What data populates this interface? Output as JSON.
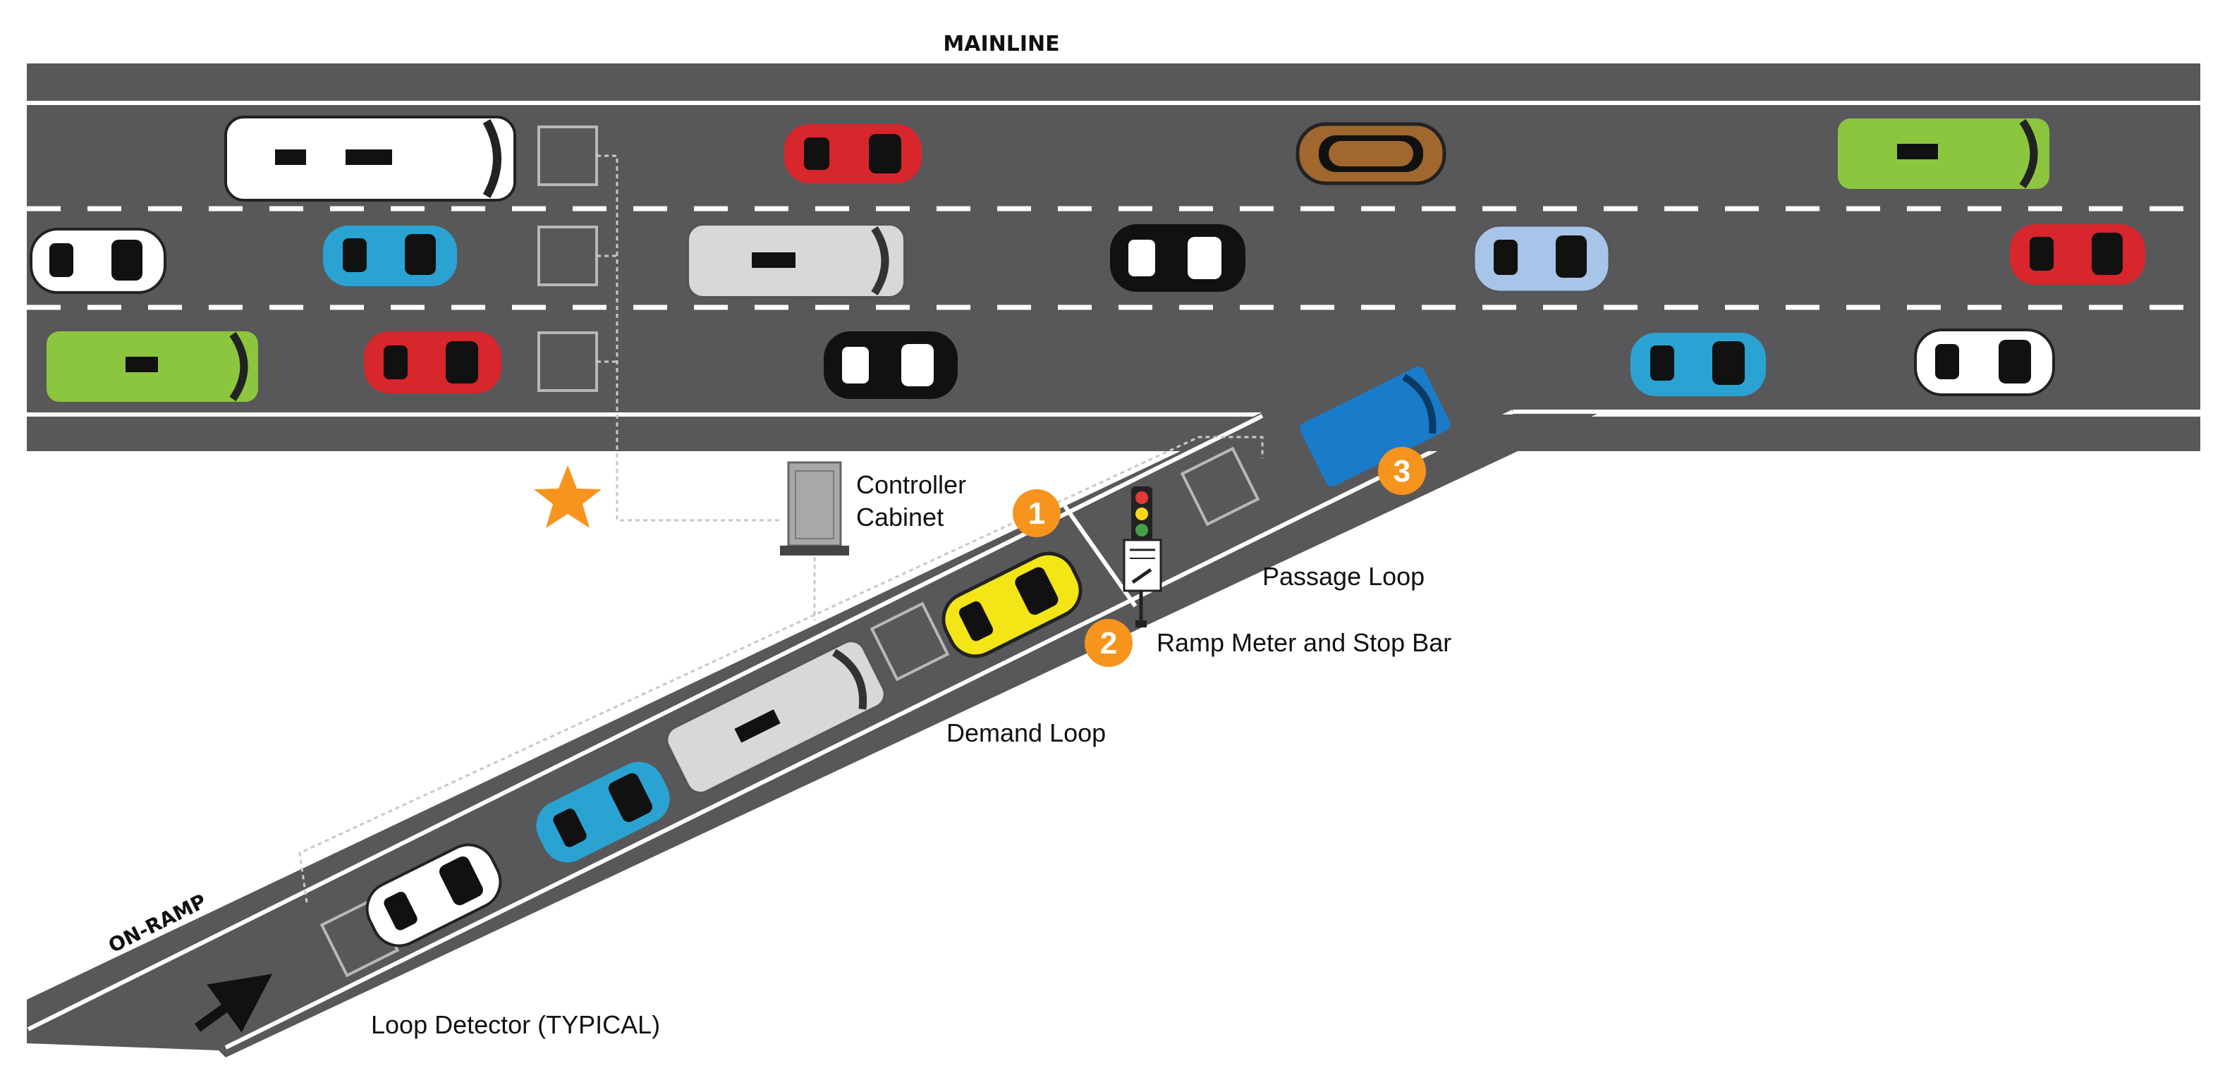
{
  "labels": {
    "mainline": "MAINLINE",
    "on_ramp": "ON-RAMP",
    "controller_line1": "Controller",
    "controller_line2": "Cabinet",
    "passage_loop": "Passage Loop",
    "ramp_meter": "Ramp Meter and Stop Bar",
    "demand_loop": "Demand Loop",
    "loop_detector": "Loop Detector (TYPICAL)"
  },
  "badges": [
    "1",
    "2",
    "3"
  ],
  "icons": {
    "star": "star-icon",
    "signal": "traffic-signal-icon",
    "sign": "stop-here-sign-icon",
    "arrow": "direction-arrow-icon",
    "cabinet": "controller-cabinet-icon"
  },
  "colors": {
    "road": "#58585a",
    "lane_line": "#ffffff",
    "badge": "#f7941d",
    "star": "#f7941d",
    "loop": "#b8b8b8",
    "car_red": "#d7262c",
    "car_brown": "#a0672f",
    "car_green": "#8cc63f",
    "car_cyan": "#2aa3d2",
    "car_lightblue": "#a8c4e8",
    "car_yellow": "#f4e516",
    "truck_blue": "#1a7bc8"
  }
}
